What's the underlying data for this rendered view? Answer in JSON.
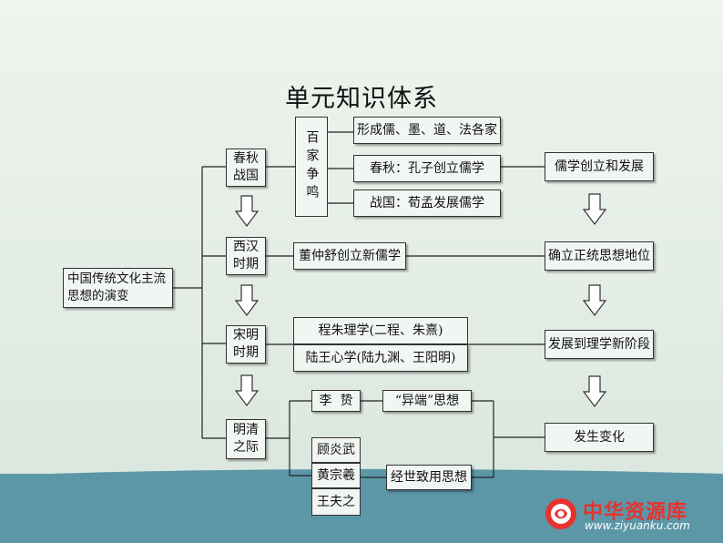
{
  "title": "单元知识体系",
  "root": "中国传统文化主流思想的演变",
  "periods": [
    "春秋战国",
    "西汉时期",
    "宋明时期",
    "明清之际"
  ],
  "hundred_schools": "百家争鸣",
  "spring_autumn_items": [
    "形成儒、墨、道、法各家",
    "春秋：孔子创立儒学",
    "战国：荀孟发展儒学"
  ],
  "han_item": "董仲舒创立新儒学",
  "song_ming_items": [
    "程朱理学(二程、朱熹)",
    "陆王心学(陆九渊、王阳明)"
  ],
  "ming_qing": {
    "li_zhi": "李  贽",
    "heresy": "“异端”思想",
    "scholars": [
      "顾炎武",
      "黄宗羲",
      "王夫之"
    ],
    "practical": "经世致用思想"
  },
  "results": [
    "儒学创立和发展",
    "确立正统思想地位",
    "发展到理学新阶段",
    "发生变化"
  ],
  "logo": {
    "cn": "中华资源库",
    "url": "www.ziyuanku.com"
  }
}
